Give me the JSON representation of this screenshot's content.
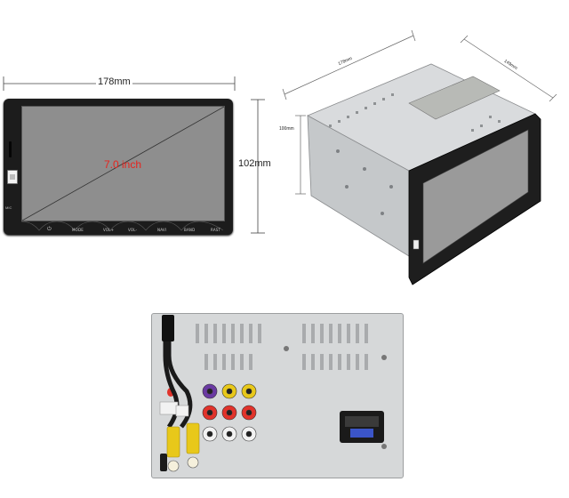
{
  "front_view": {
    "width_label": "178mm",
    "height_label": "102mm",
    "screen_size_label": "7.0 inch",
    "buttons": [
      {
        "label": "⏻",
        "icon": "power-icon"
      },
      {
        "label": "MODE"
      },
      {
        "label": "VOL+"
      },
      {
        "label": "VOL-"
      },
      {
        "label": "NAVI"
      },
      {
        "label": "BAND"
      },
      {
        "label": "RAST"
      }
    ],
    "side_label": "MIC"
  },
  "iso_view": {
    "length_label": "178mm",
    "depth_label": "149mm",
    "height_label": "100mm"
  },
  "colors": {
    "bezel": "#1c1c1c",
    "screen": "#8e8e8e",
    "chassis": "#cfd2d4",
    "red_connector": "#e1332b",
    "yellow_rca": "#e8c81a",
    "purple_rca": "#6a3aa2"
  }
}
